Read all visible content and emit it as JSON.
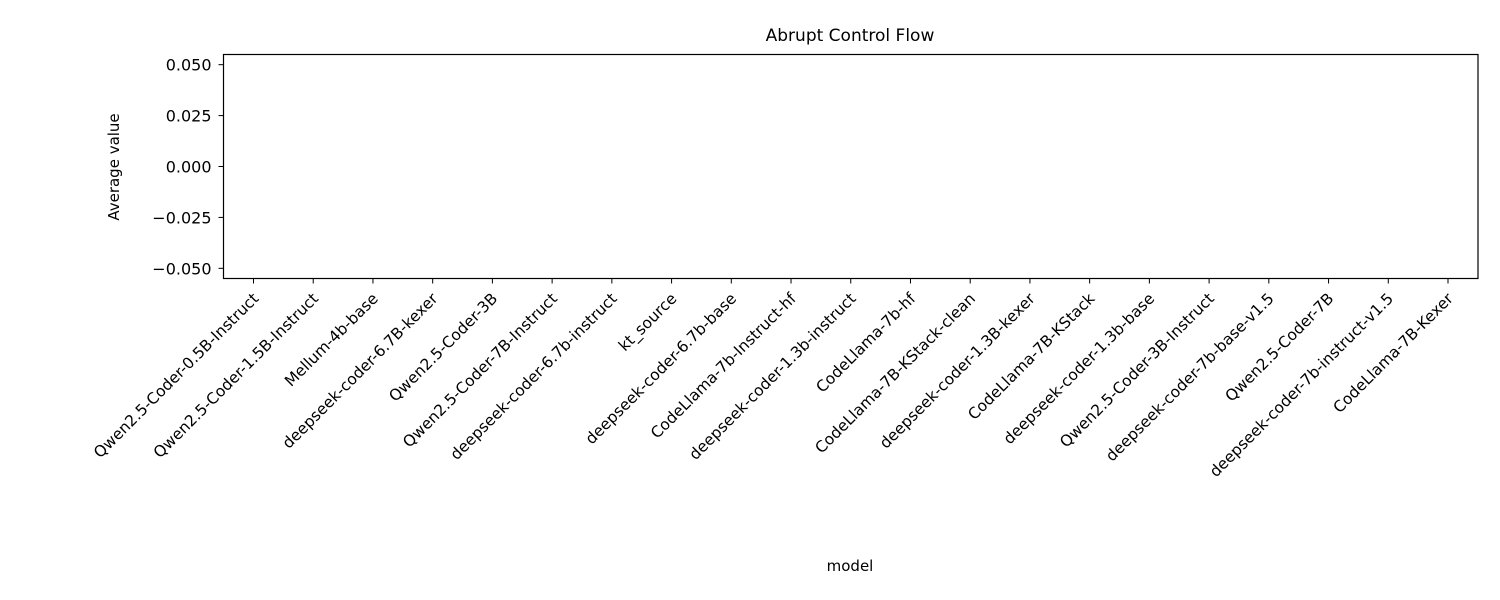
{
  "chart_data": {
    "type": "bar",
    "title": "Abrupt Control Flow",
    "xlabel": "model",
    "ylabel": "Average value",
    "categories": [
      "Qwen2.5-Coder-0.5B-Instruct",
      "Qwen2.5-Coder-1.5B-Instruct",
      "Mellum-4b-base",
      "deepseek-coder-6.7B-kexer",
      "Qwen2.5-Coder-3B",
      "Qwen2.5-Coder-7B-Instruct",
      "deepseek-coder-6.7b-instruct",
      "kt_source",
      "deepseek-coder-6.7b-base",
      "CodeLlama-7b-Instruct-hf",
      "deepseek-coder-1.3b-instruct",
      "CodeLlama-7b-hf",
      "CodeLlama-7B-KStack-clean",
      "deepseek-coder-1.3B-kexer",
      "CodeLlama-7B-KStack",
      "deepseek-coder-1.3b-base",
      "Qwen2.5-Coder-3B-Instruct",
      "deepseek-coder-7b-base-v1.5",
      "Qwen2.5-Coder-7B",
      "deepseek-coder-7b-instruct-v1.5",
      "CodeLlama-7B-Kexer"
    ],
    "values": [
      0,
      0,
      0,
      0,
      0,
      0,
      0,
      0,
      0,
      0,
      0,
      0,
      0,
      0,
      0,
      0,
      0,
      0,
      0,
      0,
      0
    ],
    "ylim": [
      -0.055,
      0.055
    ],
    "yticks": [
      -0.05,
      -0.025,
      0.0,
      0.025,
      0.05
    ],
    "ytick_labels": [
      "−0.050",
      "−0.025",
      "0.000",
      "0.025",
      "0.050"
    ],
    "grid": false,
    "legend": "none"
  }
}
